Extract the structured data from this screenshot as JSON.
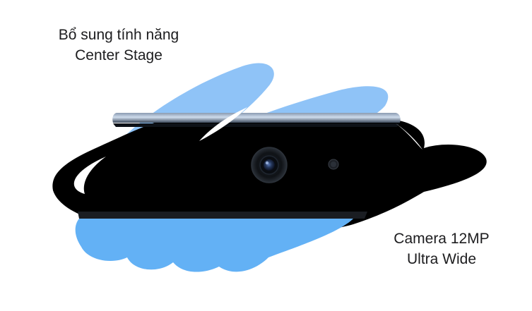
{
  "captions": {
    "feature": {
      "line1": "Bổ sung tính năng",
      "line2": "Center Stage"
    },
    "camera": {
      "line1": "Camera 12MP",
      "line2": "Ultra Wide"
    }
  },
  "colors": {
    "text": "#1d1d1f",
    "scribble_black": "#000000",
    "scribble_light_blue": "#8fc3f7",
    "scribble_blue": "#63b1f5",
    "device_frame": "#5b6b80",
    "background": "#ffffff"
  },
  "icons": {
    "camera": "camera-lens-icon",
    "sensor": "ambient-light-sensor-icon"
  }
}
